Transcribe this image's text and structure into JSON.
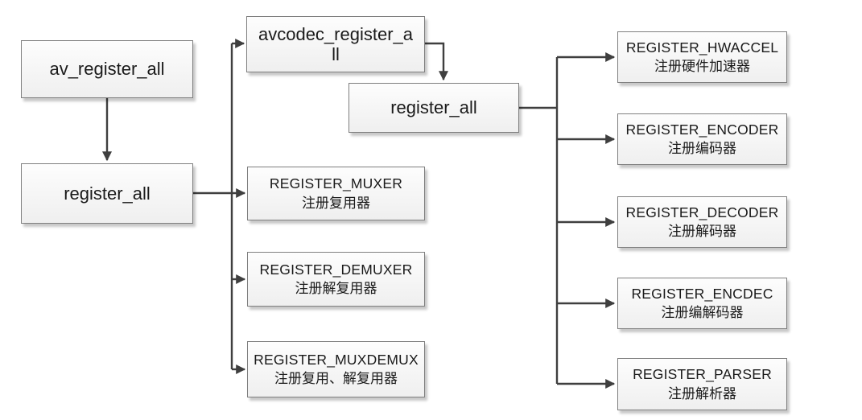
{
  "diagram": {
    "description": "FFmpeg registration call flow diagram",
    "colors": {
      "background": "#ffffff",
      "box_border": "#7f7f7f",
      "box_fill_top": "#fdfdfd",
      "box_fill_bottom": "#efefef",
      "connector": "#3f3f3f",
      "text": "#1a1a1a"
    },
    "nodes": {
      "av_register_all": {
        "label": "av_register_all"
      },
      "register_all_format": {
        "label": "register_all"
      },
      "avcodec_register_all": {
        "label": "avcodec_register_a\nll"
      },
      "register_all_codec": {
        "label": "register_all"
      },
      "register_muxer": {
        "code": "REGISTER_MUXER",
        "desc": "注册复用器"
      },
      "register_demuxer": {
        "code": "REGISTER_DEMUXER",
        "desc": "注册解复用器"
      },
      "register_muxdemux": {
        "code": "REGISTER_MUXDEMUX",
        "desc": "注册复用、解复用器"
      },
      "register_hwaccel": {
        "code": "REGISTER_HWACCEL",
        "desc": "注册硬件加速器"
      },
      "register_encoder": {
        "code": "REGISTER_ENCODER",
        "desc": "注册编码器"
      },
      "register_decoder": {
        "code": "REGISTER_DECODER",
        "desc": "注册解码器"
      },
      "register_encdec": {
        "code": "REGISTER_ENCDEC",
        "desc": "注册编解码器"
      },
      "register_parser": {
        "code": "REGISTER_PARSER",
        "desc": "注册解析器"
      }
    }
  }
}
